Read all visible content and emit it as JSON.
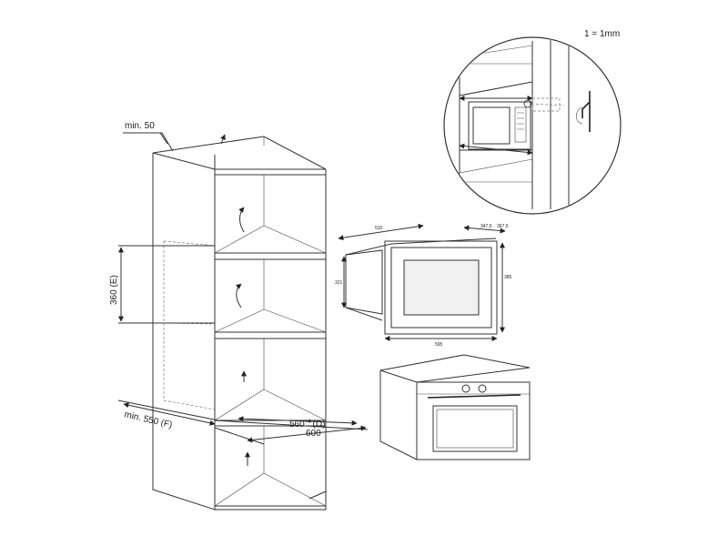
{
  "scale_note": "1 = 1mm",
  "cabinet": {
    "labels": {
      "top_gap": "min. 50",
      "height": "360 (E)",
      "depth": "min. 550 (F)",
      "inner_width": "560",
      "inner_width_tolerance": "+4",
      "inner_width_suffix": "(D)",
      "outer_width": "600"
    }
  },
  "oven_front": {
    "labels": {
      "top_width": "510",
      "top_right_a": "347,5",
      "top_right_b": "367,5",
      "left_height": "321",
      "right_height": "385",
      "bottom_width": "595"
    }
  }
}
